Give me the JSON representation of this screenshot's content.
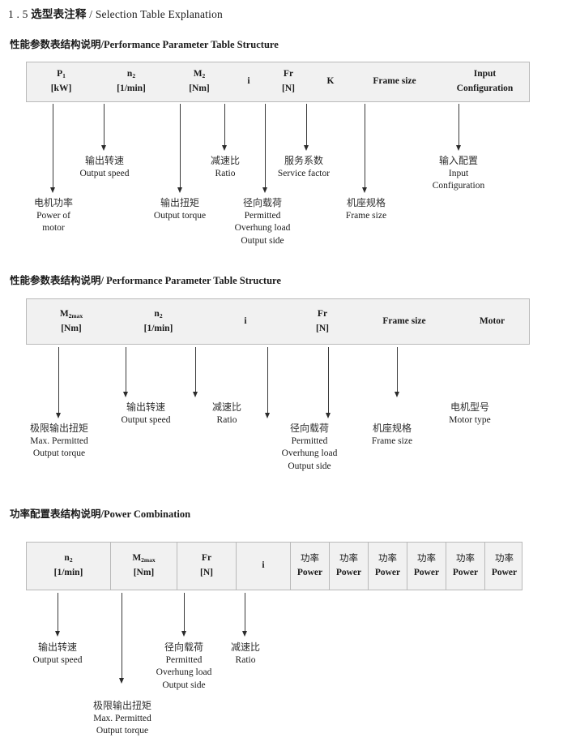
{
  "title": {
    "number": "1 . 5",
    "cn": "选型表注释",
    "sep": "/",
    "en": "Selection Table Explanation"
  },
  "sections": [
    {
      "heading": {
        "cn": "性能参数表结构说明",
        "sep": "/",
        "en": "Performance Parameter Table Structure"
      },
      "table": {
        "divided": false,
        "columns": [
          {
            "line1": "P",
            "sub1": "1",
            "line2": "[kW]"
          },
          {
            "line1": "n",
            "sub1": "2",
            "line2": "[1/min]"
          },
          {
            "line1": "M",
            "sub1": "2",
            "line2": "[Nm]"
          },
          {
            "line1": "i",
            "sub1": "",
            "line2": ""
          },
          {
            "line1": "Fr",
            "sub1": "",
            "line2": "[N]"
          },
          {
            "line1": "K",
            "sub1": "",
            "line2": ""
          },
          {
            "line1": "Frame size",
            "sub1": "",
            "line2": ""
          },
          {
            "line1": "Input",
            "sub1": "",
            "line2": "Configuration"
          }
        ]
      },
      "annotations": [
        {
          "cn": "电机功率",
          "en1": "Power of",
          "en2": "motor",
          "en3": "",
          "en4": ""
        },
        {
          "cn": "输出转速",
          "en1": "Output speed",
          "en2": "",
          "en3": "",
          "en4": ""
        },
        {
          "cn": "输出扭矩",
          "en1": "Output torque",
          "en2": "",
          "en3": "",
          "en4": ""
        },
        {
          "cn": "减速比",
          "en1": "Ratio",
          "en2": "",
          "en3": "",
          "en4": ""
        },
        {
          "cn": "径向载荷",
          "en1": "Permitted",
          "en2": "Overhung load",
          "en3": "Output side",
          "en4": ""
        },
        {
          "cn": "服务系数",
          "en1": "Service factor",
          "en2": "",
          "en3": "",
          "en4": ""
        },
        {
          "cn": "机座规格",
          "en1": "Frame size",
          "en2": "",
          "en3": "",
          "en4": ""
        },
        {
          "cn": "输入配置",
          "en1": "Input",
          "en2": "Configuration",
          "en3": "",
          "en4": ""
        }
      ]
    },
    {
      "heading": {
        "cn": "性能参数表结构说明",
        "sep": "/",
        "en": "Performance Parameter Table Structure"
      },
      "table": {
        "divided": false,
        "columns": [
          {
            "line1": "M",
            "sub1": "2max",
            "line2": "[Nm]"
          },
          {
            "line1": "n",
            "sub1": "2",
            "line2": "[1/min]"
          },
          {
            "line1": "i",
            "sub1": "",
            "line2": ""
          },
          {
            "line1": "Fr",
            "sub1": "",
            "line2": "[N]"
          },
          {
            "line1": "Frame size",
            "sub1": "",
            "line2": ""
          },
          {
            "line1": "Motor",
            "sub1": "",
            "line2": ""
          }
        ]
      },
      "annotations": [
        {
          "cn": "极限输出扭矩",
          "en1": "Max. Permitted",
          "en2": "Output  torque",
          "en3": "",
          "en4": ""
        },
        {
          "cn": "输出转速",
          "en1": "Output speed",
          "en2": "",
          "en3": "",
          "en4": ""
        },
        {
          "cn": "减速比",
          "en1": "Ratio",
          "en2": "",
          "en3": "",
          "en4": ""
        },
        {
          "cn": "径向载荷",
          "en1": "Permitted",
          "en2": "Overhung load",
          "en3": "Output side",
          "en4": ""
        },
        {
          "cn": "机座规格",
          "en1": "Frame size",
          "en2": "",
          "en3": "",
          "en4": ""
        },
        {
          "cn": "电机型号",
          "en1": "Motor type",
          "en2": "",
          "en3": "",
          "en4": ""
        }
      ]
    },
    {
      "heading": {
        "cn": "功率配置表结构说明",
        "sep": "/",
        "en": "Power Combination"
      },
      "table": {
        "divided": true,
        "columns": [
          {
            "line1": "n",
            "sub1": "2",
            "line2": "[1/min]"
          },
          {
            "line1": "M",
            "sub1": "2max",
            "line2": "[Nm]"
          },
          {
            "line1": "Fr",
            "sub1": "",
            "line2": "[N]"
          },
          {
            "line1": "i",
            "sub1": "",
            "line2": ""
          },
          {
            "line1": "功率",
            "sub1": "",
            "line2": "Power"
          },
          {
            "line1": "功率",
            "sub1": "",
            "line2": "Power"
          },
          {
            "line1": "功率",
            "sub1": "",
            "line2": "Power"
          },
          {
            "line1": "功率",
            "sub1": "",
            "line2": "Power"
          },
          {
            "line1": "功率",
            "sub1": "",
            "line2": "Power"
          },
          {
            "line1": "功率",
            "sub1": "",
            "line2": "Power"
          }
        ]
      },
      "annotations": [
        {
          "cn": "输出转速",
          "en1": "Output speed",
          "en2": "",
          "en3": "",
          "en4": ""
        },
        {
          "cn": "极限输出扭矩",
          "en1": "Max. Permitted",
          "en2": "Output  torque",
          "en3": "",
          "en4": ""
        },
        {
          "cn": "径向载荷",
          "en1": "Permitted",
          "en2": "Overhung load",
          "en3": "Output side",
          "en4": ""
        },
        {
          "cn": "减速比",
          "en1": "Ratio",
          "en2": "",
          "en3": "",
          "en4": ""
        }
      ]
    }
  ],
  "colors": {
    "table_fill": "#f1f1f1",
    "table_border": "#b9b9b9",
    "arrow": "#2b2b2b",
    "text": "#1a1a1a"
  }
}
